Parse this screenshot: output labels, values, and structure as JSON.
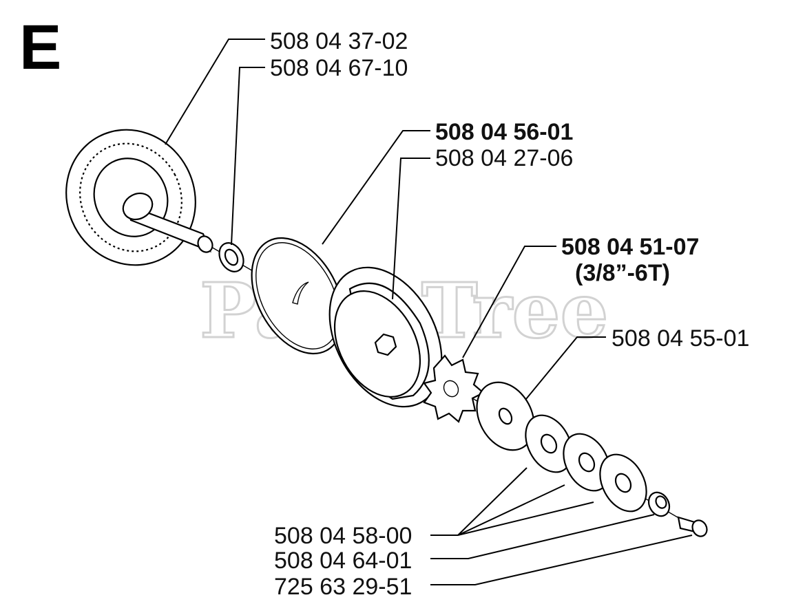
{
  "section_letter": "E",
  "watermark": "PartsTree",
  "callouts": {
    "bevel_gear": "508 04 37-02",
    "gear_washer": "508 04 67-10",
    "clutch_plate": "508 04 56-01",
    "clutch_drum": "508 04 27-06",
    "sprocket": "508 04 51-07",
    "sprocket_spec": "(3/8”-6T)",
    "large_washer": "508 04 55-01",
    "washers": "508 04 58-00",
    "bushing": "508 04 64-01",
    "screw": "725 63 29-51"
  }
}
